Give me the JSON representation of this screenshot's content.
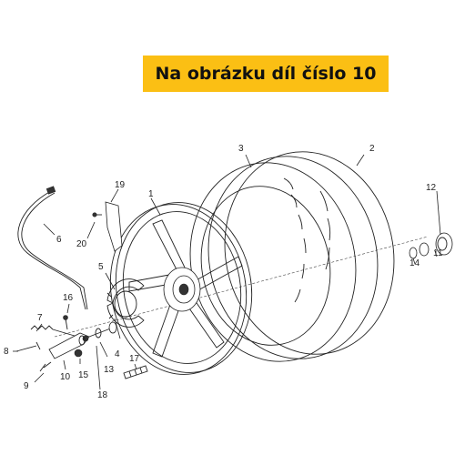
{
  "banner": {
    "text": "Na obrázku díl číslo 10",
    "color": "#fbbf14"
  },
  "callouts": {
    "c1": "1",
    "c2": "2",
    "c3": "3",
    "c4": "4",
    "c5": "5",
    "c6": "6",
    "c7": "7",
    "c8": "8",
    "c9": "9",
    "c10": "10",
    "c11": "11",
    "c12": "12",
    "c13": "13",
    "c14": "14",
    "c15": "15",
    "c16": "16",
    "c17": "17",
    "c18": "18",
    "c19": "19",
    "c20": "20"
  }
}
